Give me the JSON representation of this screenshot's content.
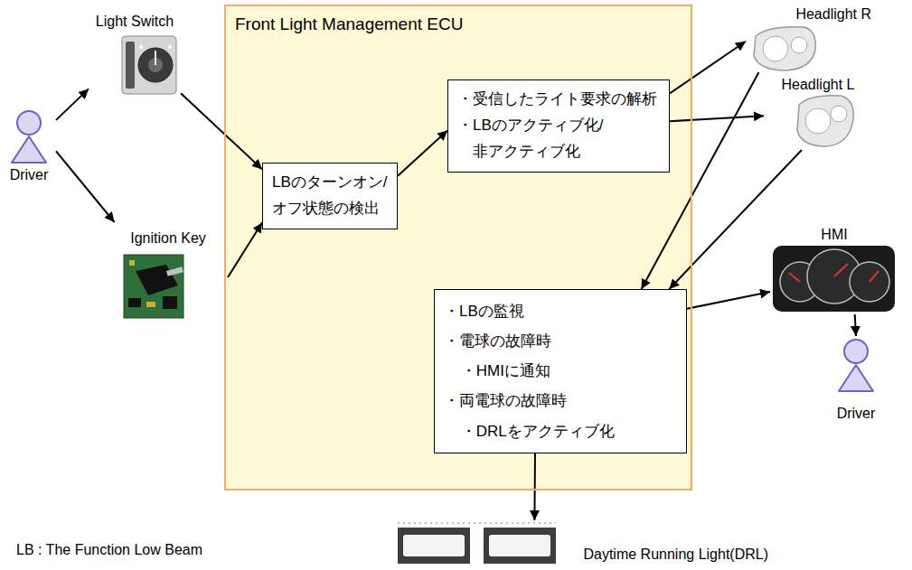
{
  "diagram": {
    "nodes": [
      {
        "text": [
          "Driver"
        ]
      },
      {
        "text": [
          "Light Switch"
        ]
      },
      {
        "text": [
          "Ignition Key"
        ]
      },
      {
        "text": [
          "Front Light Management ECU"
        ]
      },
      {
        "text": [
          "LBのターンオン/ オフ状態の検出"
        ],
        "in": 3
      },
      {
        "text": [
          "・受信したライト要求の解析",
          "・LBのアクティブ化/ 非アクティブ化"
        ],
        "in": 3
      },
      {
        "text": [
          "・LBの監視",
          "・電球の故障時",
          "・HMIに通知",
          "・両電球の故障時",
          "・DRLをアクティブ化"
        ],
        "in": 3
      },
      {
        "text": [
          "Headlight R"
        ]
      },
      {
        "text": [
          "Headlight L"
        ]
      },
      {
        "text": [
          "HMI"
        ]
      },
      {
        "text": [
          "Driver"
        ]
      },
      {
        "text": [
          "Daytime Running Light(DRL)"
        ]
      }
    ],
    "edges": [
      {
        "from": 0,
        "to": 1,
        "arrow": "to"
      },
      {
        "from": 0,
        "to": 2,
        "arrow": "to"
      },
      {
        "from": 1,
        "to": 4,
        "arrow": "to"
      },
      {
        "from": 2,
        "to": 4,
        "arrow": "to"
      },
      {
        "from": 4,
        "to": 5,
        "arrow": "to"
      },
      {
        "from": 5,
        "to": 7,
        "arrow": "to"
      },
      {
        "from": 5,
        "to": 8,
        "arrow": "to"
      },
      {
        "from": 7,
        "to": 6,
        "arrow": "to"
      },
      {
        "from": 8,
        "to": 6,
        "arrow": "to"
      },
      {
        "from": 6,
        "to": 9,
        "arrow": "to"
      },
      {
        "from": 9,
        "to": 10,
        "arrow": "to"
      },
      {
        "from": 6,
        "to": 11,
        "arrow": "to"
      }
    ],
    "labels": [
      "LB : The Function Low Beam"
    ]
  }
}
